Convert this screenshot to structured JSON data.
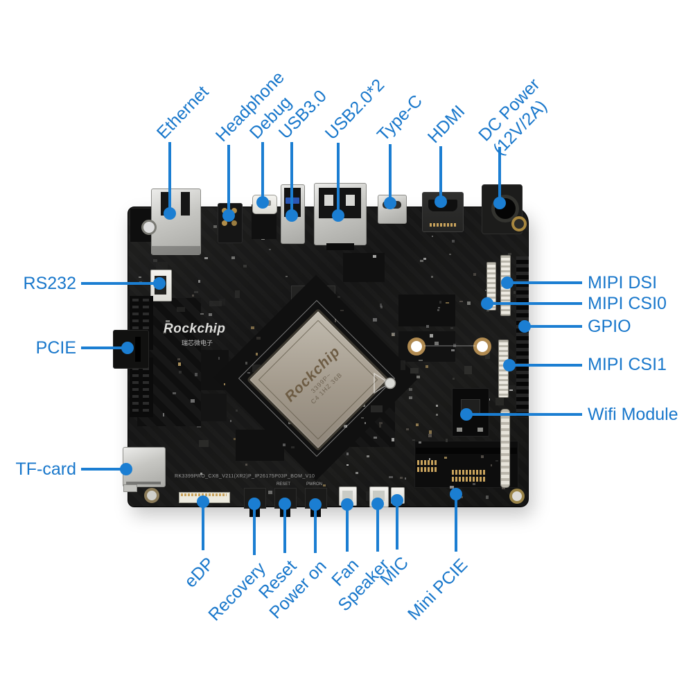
{
  "colors": {
    "label_blue": "#1877cb",
    "leader_blue": "#1b7ed2",
    "pcb_black": "#1a1a1a"
  },
  "annotations": {
    "top": [
      {
        "label": "Ethernet"
      },
      {
        "label": "Headphone"
      },
      {
        "label": "Debug"
      },
      {
        "label": "USB3.0"
      },
      {
        "label": "USB2.0*2"
      },
      {
        "label": "Type-C"
      },
      {
        "label": "HDMI"
      },
      {
        "label": "DC Power",
        "label2": "(12V/2A)"
      }
    ],
    "left": [
      {
        "label": "RS232"
      },
      {
        "label": "PCIE"
      },
      {
        "label": "TF-card"
      }
    ],
    "right": [
      {
        "label": "MIPI DSI"
      },
      {
        "label": "MIPI CSI0"
      },
      {
        "label": "GPIO"
      },
      {
        "label": "MIPI CSI1"
      },
      {
        "label": "Wifi Module"
      }
    ],
    "bottom": [
      {
        "label": "eDP"
      },
      {
        "label": "Recovery"
      },
      {
        "label": "Reset"
      },
      {
        "label": "Power on"
      },
      {
        "label": "Fan"
      },
      {
        "label": "Speaker"
      },
      {
        "label": "MIC"
      },
      {
        "label": "Mini PCIE"
      }
    ]
  },
  "board": {
    "silkscreen_logo": "Rockchip",
    "silkscreen_logo_cn": "瑞芯微电子",
    "cpu_marking": "Rockchip",
    "cpu_submarking1": "3399P~",
    "cpu_submarking2": "C4 1HZ 36B",
    "bottom_text": "RK3399PRO_CXB_V211(XR2)P_IP26175P03P_BOM_V10",
    "reset_label": "RESET",
    "pwron_label": "PWRON"
  }
}
